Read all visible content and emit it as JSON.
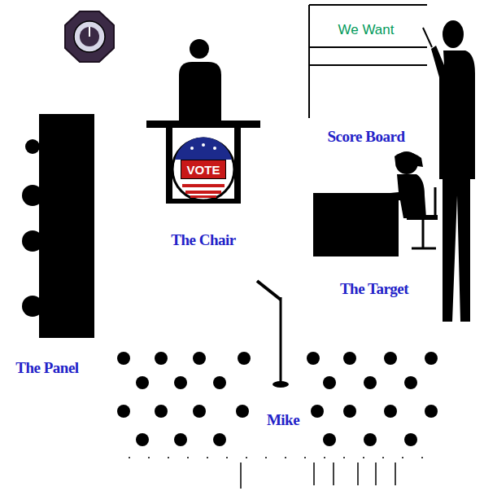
{
  "diagram": {
    "nodes": [
      {
        "text": [
          "We Want"
        ]
      },
      {
        "text": [
          "VOTE"
        ]
      }
    ],
    "labels": [
      "The Chair",
      "Score Board",
      "The Target",
      "The Panel",
      "Mike"
    ]
  }
}
